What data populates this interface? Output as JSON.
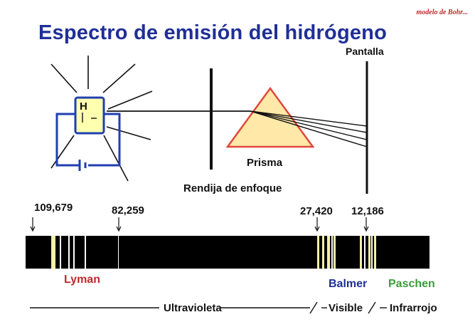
{
  "attribution": "modelo de Bohr...",
  "title": "Espectro de emisión del hidrógeno",
  "apparatus": {
    "lamp_label": "H",
    "screen_label": "Pantalla",
    "prism_label": "Prisma",
    "slit_label": "Rendija de enfoque"
  },
  "spectrum": {
    "wavenumbers": [
      "109,679",
      "82,259",
      "27,420",
      "12,186"
    ],
    "series": {
      "lyman": "Lyman",
      "balmer": "Balmer",
      "paschen": "Paschen"
    },
    "regions": {
      "ultraviolet": "Ultravioleta",
      "visible": "Visible",
      "infrared": "Infrarrojo"
    }
  },
  "colors": {
    "title": "#1f2f97",
    "lyman": "#c0282d",
    "balmer": "#1f2f97",
    "paschen": "#3d9b3a",
    "lamp_fill": "#ffffb0",
    "prism_fill": "#ffe8a8",
    "prism_stroke": "#e0483c",
    "circuit": "#1f3fb0",
    "spectral_line": "#f4f0a8"
  }
}
